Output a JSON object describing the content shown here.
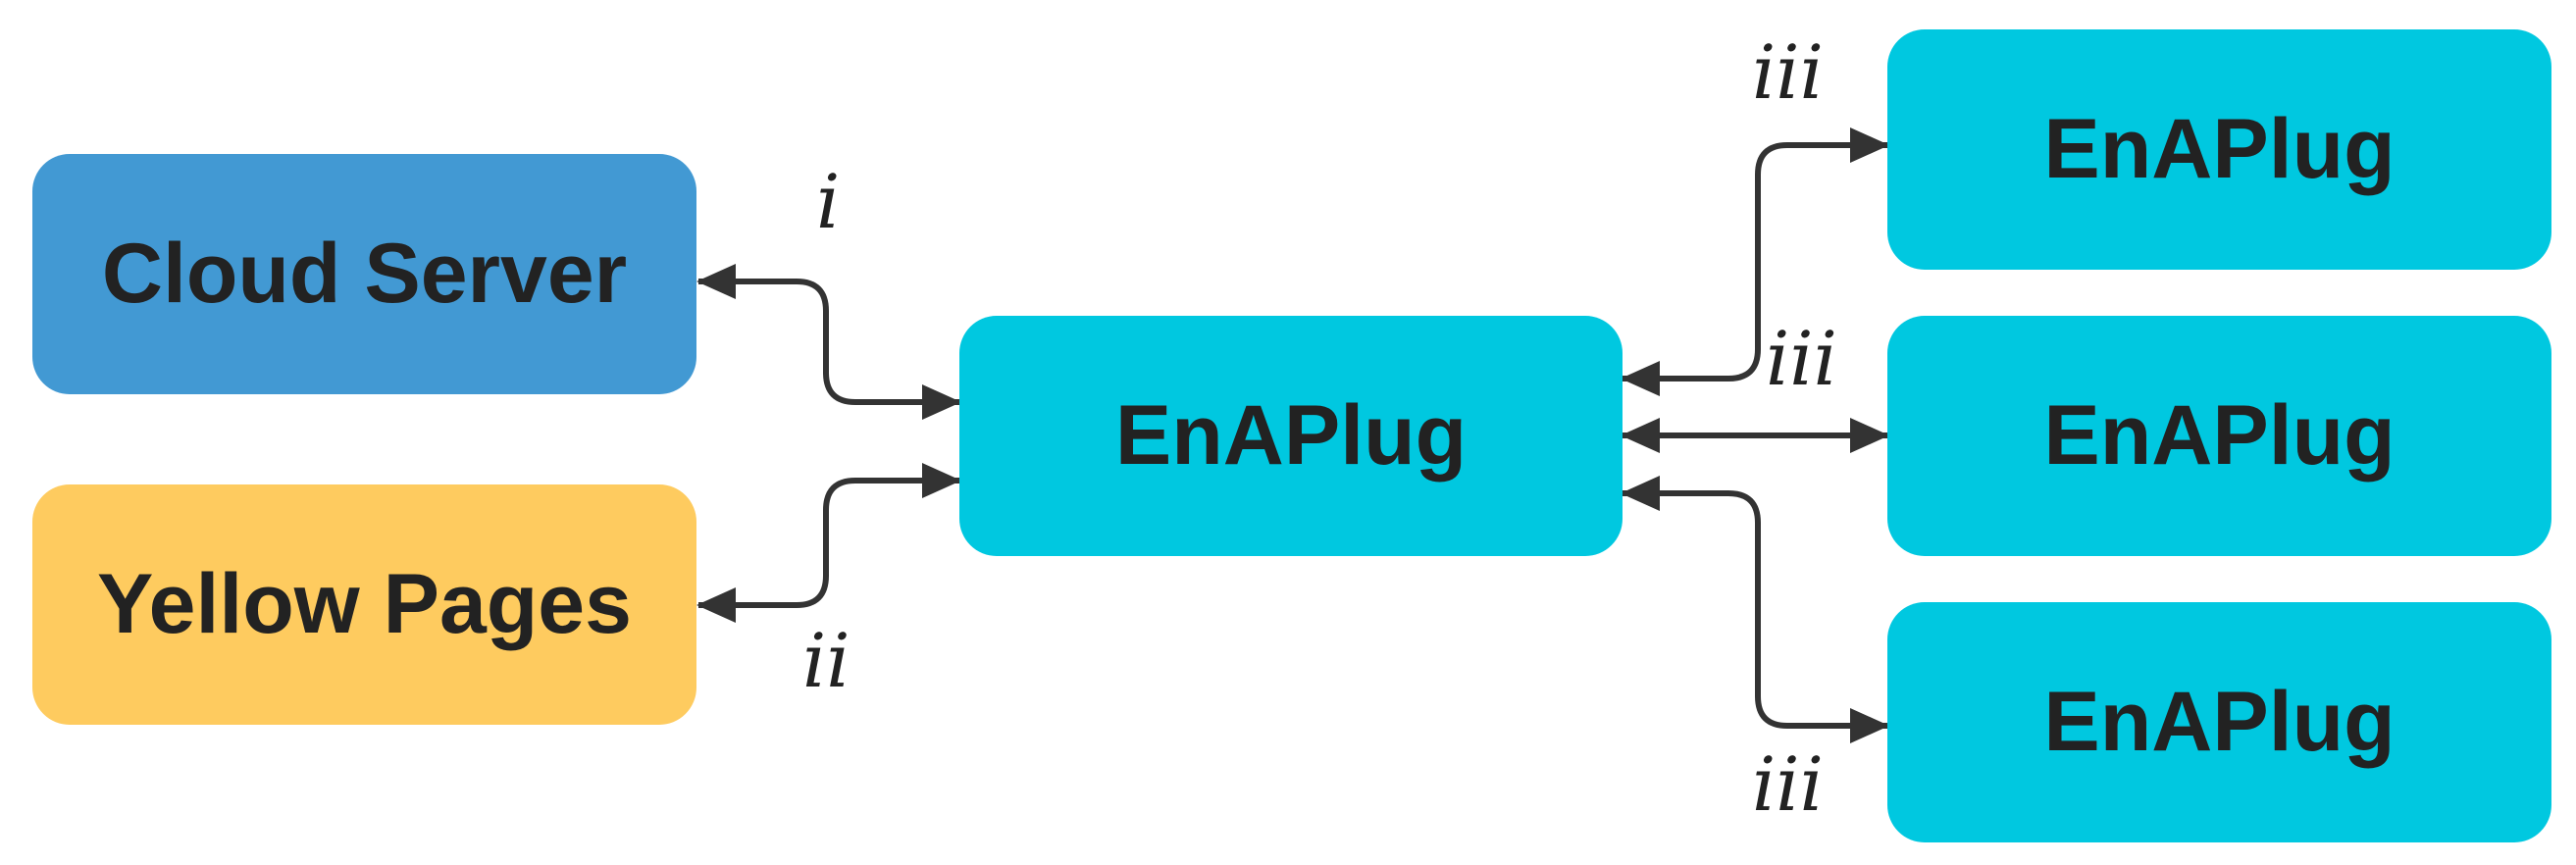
{
  "nodes": {
    "cloud_server": {
      "label": "Cloud Server",
      "color": "#4299d3"
    },
    "yellow_pages": {
      "label": "Yellow Pages",
      "color": "#fecb5f"
    },
    "center_enaplug": {
      "label": "EnAPlug",
      "color": "#00c8e0"
    },
    "right_enaplug_1": {
      "label": "EnAPlug",
      "color": "#00c8e0"
    },
    "right_enaplug_2": {
      "label": "EnAPlug",
      "color": "#00c8e0"
    },
    "right_enaplug_3": {
      "label": "EnAPlug",
      "color": "#00c8e0"
    }
  },
  "edges": {
    "cloud": {
      "label": "i"
    },
    "yellow": {
      "label": "ii"
    },
    "right_top": {
      "label": "iii"
    },
    "right_mid": {
      "label": "iii"
    },
    "right_bottom": {
      "label": "iii"
    }
  },
  "arrow_color": "#333333"
}
